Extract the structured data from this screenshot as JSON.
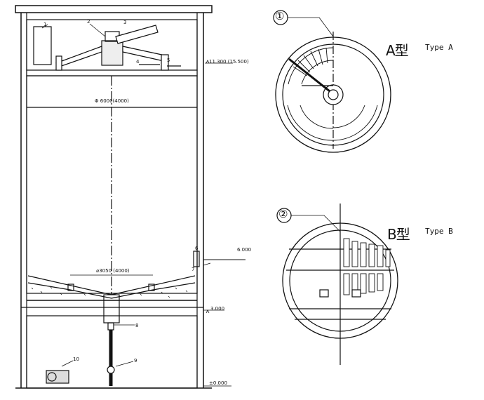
{
  "elevation": {
    "top": "11.300 (15.500)",
    "mid": "6.000",
    "lower": "3.000",
    "ground": "±0.000"
  },
  "dimensions": {
    "tank_diameter": "Φ 6000(4000)",
    "bottom_diameter": "⌀3050 (4000)"
  },
  "callouts": [
    "1",
    "2",
    "3",
    "4",
    "5",
    "6",
    "7",
    "8",
    "9",
    "10"
  ],
  "detail_a": {
    "marker": "①",
    "cjk": "A型",
    "en": "Type A"
  },
  "detail_b": {
    "marker": "②",
    "cjk": "B型",
    "en": "Type B"
  }
}
